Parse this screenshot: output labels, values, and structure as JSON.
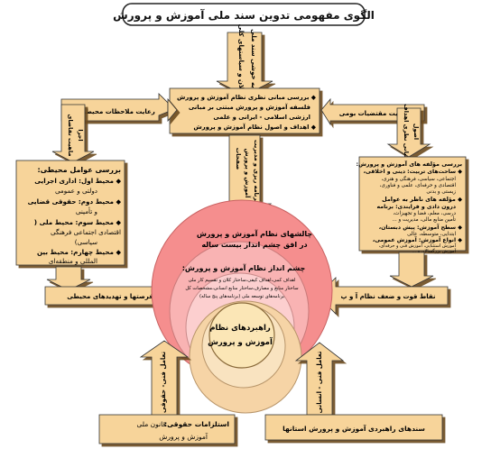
{
  "title": "الگوی مفهومی تدوین سند ملی آموزش و پرورش",
  "colors": {
    "box_fill": "#f7d49a",
    "box_shade": "#7a5a2e",
    "circle_outer": "#f58e8e",
    "circle_mid": "#f9b3b3",
    "circle_inner": "#fccfcf",
    "circle_core": "#fbe6b6",
    "ring_outer": "#f6d4a6",
    "ring_inner": "#f9e3c0"
  },
  "center_box": {
    "lines": [
      "◆ بررسی مبانی نظری نظام آموزش و پرورش",
      "فلسفه آموزش و پرورش مبتنی بر مبانی",
      "ارزشی اسلامی - ایرانی و علمی",
      "◆ اهداف و اصول نظام آموزش و پرورش"
    ]
  },
  "left_box": {
    "lines": [
      "بررسی عوامل محیطی:",
      "◆ محیط اول: اداری اجرایی",
      "دولتی و عمومی",
      "◆ محیط دوم: حقوقی قضایی",
      "و تأمینی",
      "◆ محیط سوم: محیط ملی (",
      "اقتصادی اجتماعی فرهنگی",
      "سیاسی)",
      "◆ محیط چهارم: محیط بین",
      "المللی و منطقه‌ای"
    ]
  },
  "right_box": {
    "lines": [
      "بررسی مؤلفه های آموزش و پرورش:",
      "◆ ساحت‌های تربیت: دینی و اخلاقی،",
      "اجتماعی، سیاسی، فرهنگی و هنری،",
      "اقتصادی و حرفه‌ای، علمی و فناوری،",
      "زیستی و بدنی",
      "◆ مؤلفه های ناظر به عوامل",
      "درون دادی و فرایندی: برنامه",
      "درسی، معلم، فضا و تجهیزات،",
      "تأمین منابع مالی، مدیریت و ...",
      "◆ سطح آموزش: پیش دبستان،",
      "ابتدایی، متوسطه، عالی",
      "◆ انواع آموزش: آموزش عمومی،",
      "آموزش استثنایی، آموزش فنی و حرفه‌ای،",
      "آموزش بزرگسالان و ..."
    ]
  },
  "arrow_labels": {
    "top_down_1": "کلان و سیاستهای کلی",
    "top_down_2": "به خوشی سند ملی",
    "left_top": "رعایت ملاحظات محیطی",
    "left_down_1": "ماهیت تقاضای",
    "left_down_2": "اجرا",
    "right_top": "رعایت مقتضیات بومی",
    "right_down_1": "مبانی نظری اهداف",
    "right_down_2": "اصول",
    "center_down_1": "صفحات",
    "center_down_2": "آموزش و پرورش",
    "center_down_3": "برنامه ریزی و مدیریت",
    "left_bottom": "فرصتها و تهدیدهای محیطی",
    "right_bottom": "نقاط قوت و ضعف نظام آ و پ",
    "bottom_left": "تعامل فنی- حقوقی",
    "bottom_right": "تعامل فنی - انسانی"
  },
  "circles": {
    "outer_1": "چالشهای نظام آموزش و پرورش",
    "outer_2": "در افق چشم انداز بیست ساله",
    "mid_title": "چشم انداز نظام آموزش و پرورش:",
    "mid_lines": [
      "اهداف کمی،اهداف کیفی،ساختار کلان و تقسیم کار ملی",
      "ساختار منابع و مصارف،ساختار منابع انسانی،مشخصات کل",
      "برنامه‌های توسعه ملی (برنامه‌های پنج ساله)"
    ],
    "core_1": "راهبردهای نظام",
    "core_2": "آموزش و پرورش"
  },
  "bottom_left_box": {
    "title": "استلزامات حقوقی:",
    "text_1": "قانون ملی",
    "text_2": "آموزش و پرورش"
  },
  "bottom_right_box": {
    "text": "سندهای راهبردی آموزش و پرورش استانها"
  }
}
